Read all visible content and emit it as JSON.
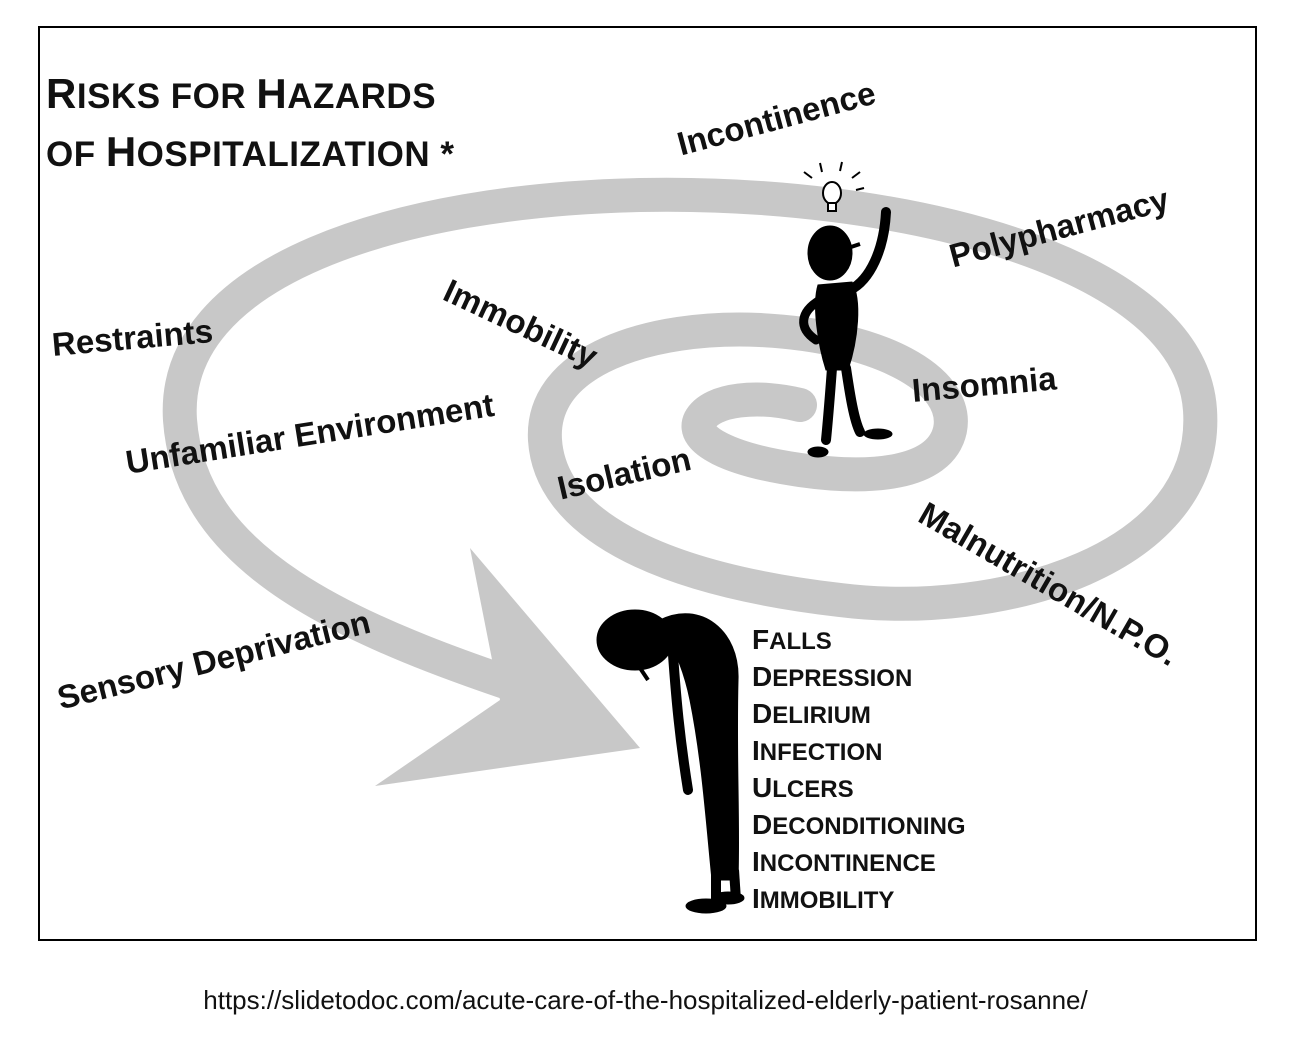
{
  "title": {
    "line1": {
      "cap1": "R",
      "rest1": "ISKS FOR ",
      "cap2": "H",
      "rest2": "AZARDS"
    },
    "line2": {
      "rest1": "OF ",
      "cap1": "H",
      "rest2": "OSPITALIZATION *"
    }
  },
  "risks": [
    {
      "id": "incontinence",
      "label": "Incontinence"
    },
    {
      "id": "polypharmacy",
      "label": "Polypharmacy"
    },
    {
      "id": "immobility",
      "label": "Immobility"
    },
    {
      "id": "restraints",
      "label": "Restraints"
    },
    {
      "id": "insomnia",
      "label": "Insomnia"
    },
    {
      "id": "unfamiliar-environment",
      "label": "Unfamiliar Environment"
    },
    {
      "id": "isolation",
      "label": "Isolation"
    },
    {
      "id": "malnutrition",
      "label": "Malnutrition/N.P.O."
    },
    {
      "id": "sensory-deprivation",
      "label": "Sensory Deprivation"
    }
  ],
  "outcomes": [
    {
      "cap": "F",
      "rest": "ALLS"
    },
    {
      "cap": "D",
      "rest": "EPRESSION"
    },
    {
      "cap": "D",
      "rest": "ELIRIUM"
    },
    {
      "cap": "I",
      "rest": "NFECTION"
    },
    {
      "cap": "U",
      "rest": "LCERS"
    },
    {
      "cap": "D",
      "rest": "ECONDITIONING"
    },
    {
      "cap": "I",
      "rest": "NCONTINENCE"
    },
    {
      "cap": "I",
      "rest": "MMOBILITY"
    }
  ],
  "source": "https://slidetodoc.com/acute-care-of-the-hospitalized-elderly-patient-rosanne/",
  "colors": {
    "spiral": "#c8c8c8",
    "figure": "#000000",
    "border": "#000000"
  },
  "icons": [
    "lightbulb-icon",
    "spiral-arrow",
    "standing-figure",
    "slumped-figure"
  ]
}
